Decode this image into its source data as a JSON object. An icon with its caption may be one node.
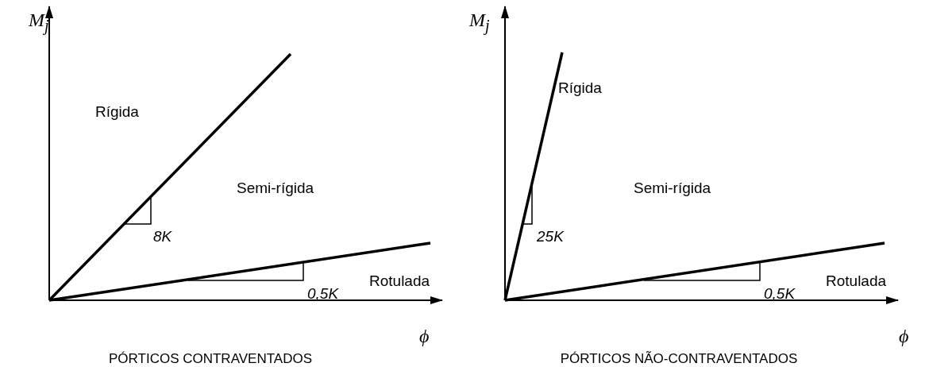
{
  "diagram": {
    "labels": [
      "M$_{j}$",
      "Rígida",
      "Semi-rígida",
      "8K",
      "0,5K",
      "Rotulada",
      "ϕ",
      "PÓRTICOS CONTRAVENTADOS",
      "M$_{j}$",
      "Rígida",
      "Semi-rígida",
      "25K",
      "0,5K",
      "Rotulada",
      "ϕ",
      "PÓRTICOS NÃO-CONTRAVENTADOS"
    ]
  }
}
